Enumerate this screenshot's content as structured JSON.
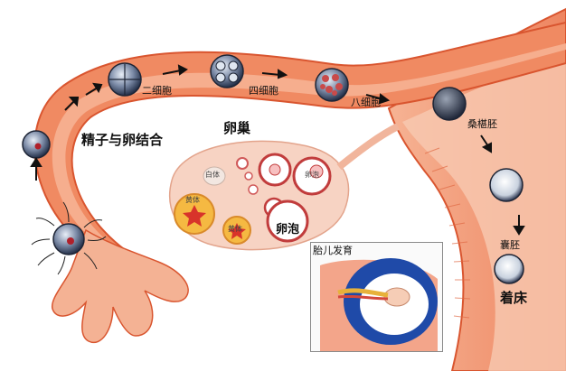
{
  "labels": {
    "fertilization": "精子与卵结合",
    "two_cell": "二细胞",
    "four_cell": "四细胞",
    "eight_cell": "八细胞",
    "morula": "桑椹胚",
    "blastocyst": "囊胚",
    "implantation": "着床",
    "ovary": "卵巢",
    "follicle": "卵泡",
    "fetal_development": "胎儿发育",
    "corpus_luteum": "黄体",
    "white_body": "白体",
    "corpus_luteum_2": "黄体",
    "follicle_small": "卵泡"
  },
  "colors": {
    "tube_fill": "#f08a62",
    "tube_inner": "#f6b193",
    "tube_edge": "#d9552f",
    "uterus_wall": "#f39a78",
    "ovary_fill": "#f7d3c3",
    "cell_dark": "#2f3a52",
    "cell_light": "#cfd8e6",
    "blastocyst_blue": "#1f4aa8"
  },
  "icons": [
    "arrow-icon",
    "sperm-icon",
    "egg-cell-icon",
    "embryo-icon"
  ]
}
